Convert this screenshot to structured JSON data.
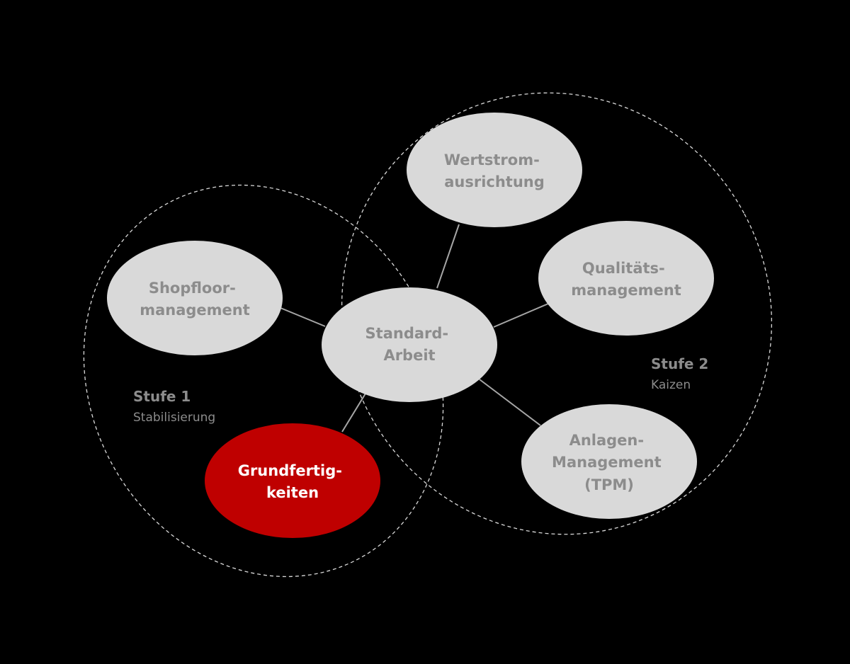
{
  "colors": {
    "background": "#000000",
    "node_fill": "#d9d9d9",
    "node_text": "#8c8c8c",
    "highlight_fill": "#bf0000",
    "highlight_text": "#ffffff",
    "connector": "#a6a6a6",
    "group_border": "#d9d9d9",
    "stage_title": "#8c8c8c",
    "stage_sub": "#8c8c8c"
  },
  "nodes": {
    "center": {
      "lines": [
        "Standard-",
        "Arbeit"
      ]
    },
    "wertstrom": {
      "lines": [
        "Wertstrom-",
        "ausrichtung"
      ]
    },
    "qualitaet": {
      "lines": [
        "Qualitäts-",
        "management"
      ]
    },
    "anlagen": {
      "lines": [
        "Anlagen-",
        "Management",
        "(TPM)"
      ]
    },
    "shopfloor": {
      "lines": [
        "Shopfloor-",
        "management"
      ]
    },
    "grundfertigkeiten": {
      "lines": [
        "Grundfertig-",
        "keiten"
      ]
    }
  },
  "stages": {
    "stufe1": {
      "title": "Stufe 1",
      "subtitle": "Stabilisierung"
    },
    "stufe2": {
      "title": "Stufe 2",
      "subtitle": "Kaizen"
    }
  }
}
